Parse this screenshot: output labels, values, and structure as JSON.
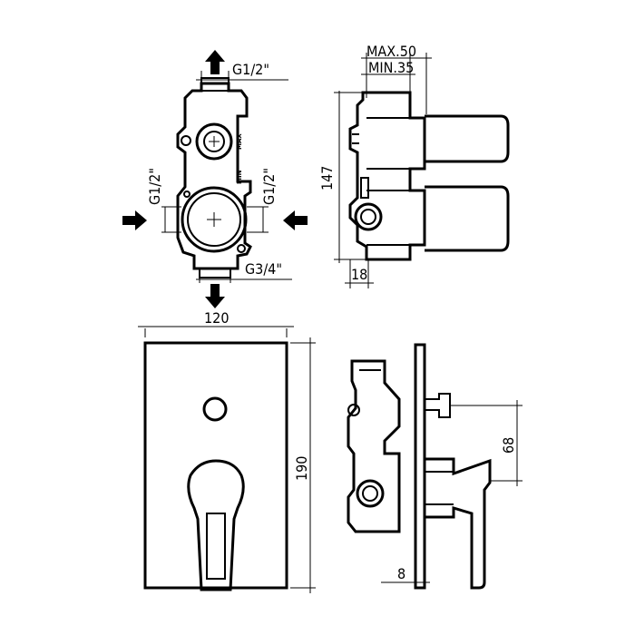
{
  "labels": {
    "top_outlet_thread": "G1/2\"",
    "left_inlet_thread": "G1/2\"",
    "right_inlet_thread": "G1/2\"",
    "bottom_outlet_thread": "G3/4\"",
    "max_depth": "MAX.50",
    "min_depth": "MIN.35",
    "body_height": "147",
    "body_offset": "18",
    "plate_width": "120",
    "plate_height": "190",
    "axis_distance": "68",
    "plate_thickness": "8",
    "body_marking_max": "MAX",
    "body_marking_min": "MIN"
  }
}
